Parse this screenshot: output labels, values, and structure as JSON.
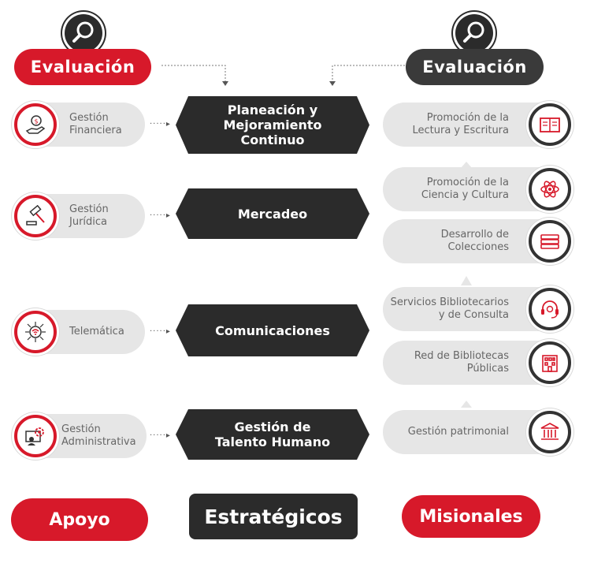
{
  "colors": {
    "red": "#d7192a",
    "dark": "#2b2b2b",
    "grey_pill": "#e6e6e6",
    "grey_text": "#666666"
  },
  "evaluation_left": "Evaluación",
  "evaluation_right": "Evaluación",
  "support": [
    {
      "label": "Gestión\nFinanciera",
      "icon": "money-hand-icon"
    },
    {
      "label": "Gestión\nJurídica",
      "icon": "gavel-icon"
    },
    {
      "label": "Telemática",
      "icon": "wifi-network-icon"
    },
    {
      "label": "Gestión\nAdministrativa",
      "icon": "admin-gear-icon"
    }
  ],
  "strategic": [
    {
      "label": "Planeación y\nMejoramiento\nContinuo"
    },
    {
      "label": "Mercadeo"
    },
    {
      "label": "Comunicaciones"
    },
    {
      "label": "Gestión de\nTalento Humano"
    }
  ],
  "missional": [
    {
      "label": "Promoción de la\nLectura y Escritura",
      "icon": "open-book-icon"
    },
    {
      "label": "Promoción de la\nCiencia y Cultura",
      "icon": "atom-icon"
    },
    {
      "label": "Desarrollo de\nColecciones",
      "icon": "books-stack-icon"
    },
    {
      "label": "Servicios Bibliotecarios\ny de Consulta",
      "icon": "headset-icon"
    },
    {
      "label": "Red de Bibliotecas\nPúblicas",
      "icon": "library-building-icon"
    },
    {
      "label": "Gestión patrimonial",
      "icon": "museum-icon"
    }
  ],
  "footer": {
    "apoyo": "Apoyo",
    "estrategicos": "Estratégicos",
    "misionales": "Misionales"
  }
}
